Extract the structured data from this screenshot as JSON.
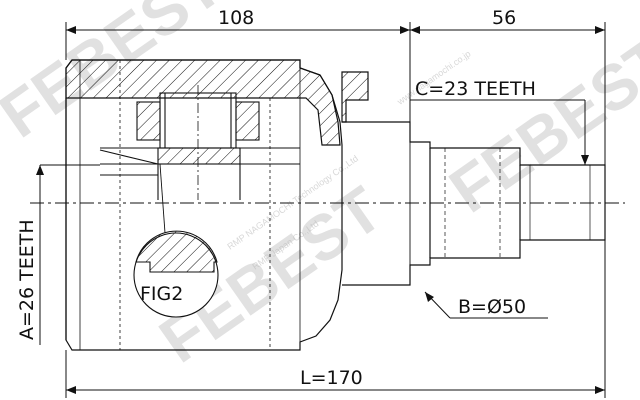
{
  "dimensions": {
    "top_left_length": "108",
    "top_right_length": "56",
    "outer_spline": "C=23 TEETH",
    "inner_spline": "A=26 TEETH",
    "seal_diameter": "B=Ø50",
    "total_length": "L=170"
  },
  "detail": {
    "label": "FIG2"
  },
  "watermark": {
    "brand": "FEBEST",
    "line1": "RMP NAGAMOCHI Technology Co.,Ltd",
    "line2": "RMP Japan Co.,Ltd",
    "line3": "www.nagamochi.co.jp"
  },
  "colors": {
    "line": "#111111",
    "watermark": "#c9c9c9"
  }
}
